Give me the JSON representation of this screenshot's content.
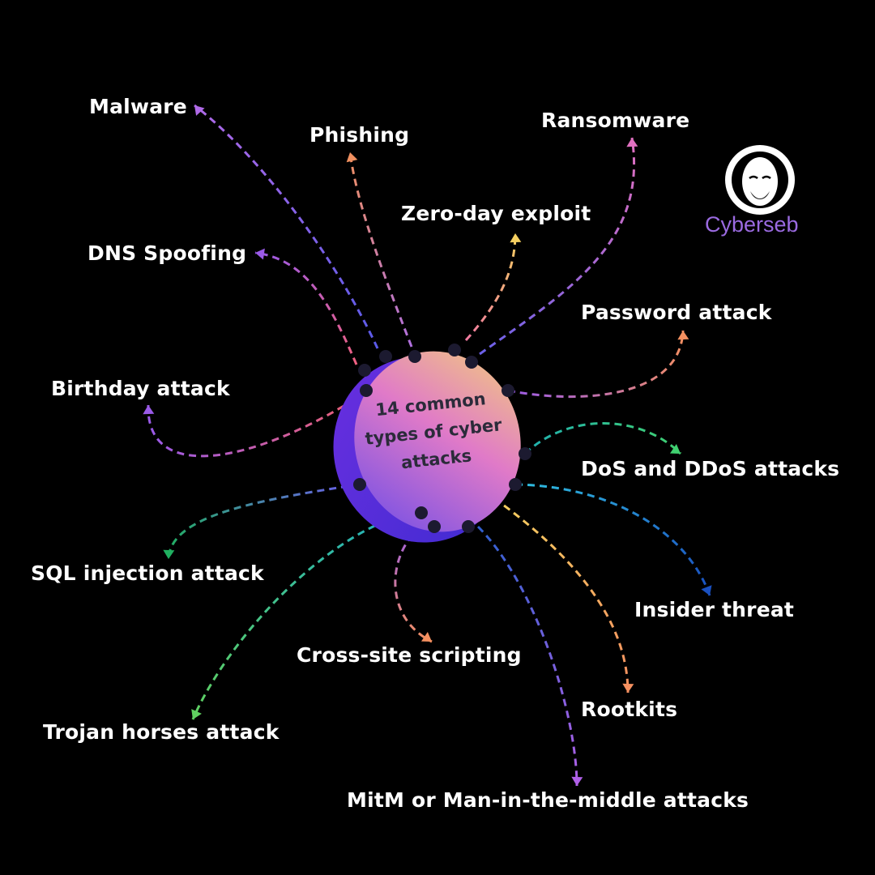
{
  "center": {
    "title": "14 common types of cyber attacks"
  },
  "brand": {
    "name": "Cyberseb",
    "color": "#9a6ae0"
  },
  "attacks": [
    {
      "id": "malware",
      "label": "Malware"
    },
    {
      "id": "phishing",
      "label": "Phishing"
    },
    {
      "id": "ransomware",
      "label": "Ransomware"
    },
    {
      "id": "zero-day",
      "label": "Zero-day exploit"
    },
    {
      "id": "dns",
      "label": "DNS Spoofing"
    },
    {
      "id": "password",
      "label": "Password attack"
    },
    {
      "id": "birthday",
      "label": "Birthday attack"
    },
    {
      "id": "dos",
      "label": "DoS and DDoS attacks"
    },
    {
      "id": "sql",
      "label": "SQL injection attack"
    },
    {
      "id": "insider",
      "label": "Insider threat"
    },
    {
      "id": "xss",
      "label": "Cross-site scripting"
    },
    {
      "id": "trojan",
      "label": "Trojan horses attack"
    },
    {
      "id": "rootkits",
      "label": "Rootkits"
    },
    {
      "id": "mitm",
      "label": "MitM or Man-in-the-middle attacks"
    }
  ],
  "colors": {
    "background": "#000000",
    "disc_start": "#7b4be8",
    "disc_mid": "#e27ac8",
    "disc_end": "#f2c27a",
    "dot": "#1c1a30"
  }
}
